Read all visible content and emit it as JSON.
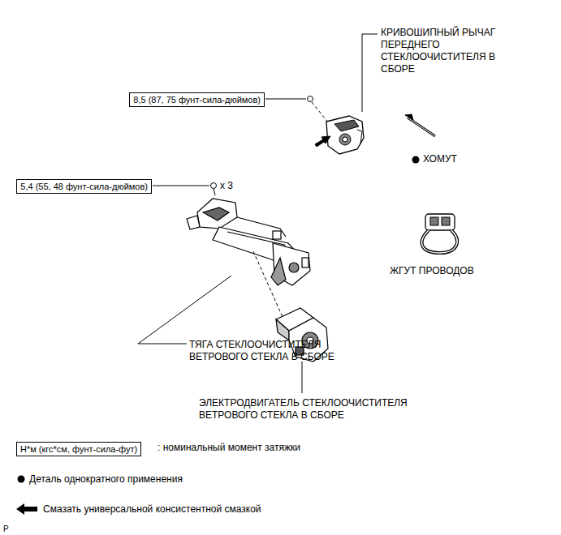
{
  "diagram": {
    "nodes": [
      {
        "text": [
          "8,5 (87, 75 фунт-сила-дюймов)"
        ]
      },
      {
        "text": [
          "5,4 (55, 48 фунт-сила-дюймов)"
        ]
      },
      {
        "text": [
          "Н*м (кгс*см, фунт-сила-фут)"
        ]
      }
    ],
    "labels": [
      "КРИВОШИПНЫЙ РЫЧАГ ПЕРЕДНЕГО СТЕКЛООЧИСТИТЕЛЯ В СБОРЕ",
      "ХОМУТ",
      "ЖГУТ ПРОВОДОВ",
      "x 3",
      "ТЯГА СТЕКЛООЧИСТИТЕЛЯ ВЕТРОВОГО СТЕКЛА В СБОРЕ",
      "ЭЛЕКТРОДВИГАТЕЛЬ СТЕКЛООЧИСТИТЕЛЯ ВЕТРОВОГО СТЕКЛА В СБОРЕ",
      "P"
    ],
    "legend": [
      {
        "text": ": номинальный момент затяжки"
      },
      {
        "text": "Деталь однократного применения"
      },
      {
        "text": "Смазать универсальной консистентной смазкой"
      }
    ]
  }
}
